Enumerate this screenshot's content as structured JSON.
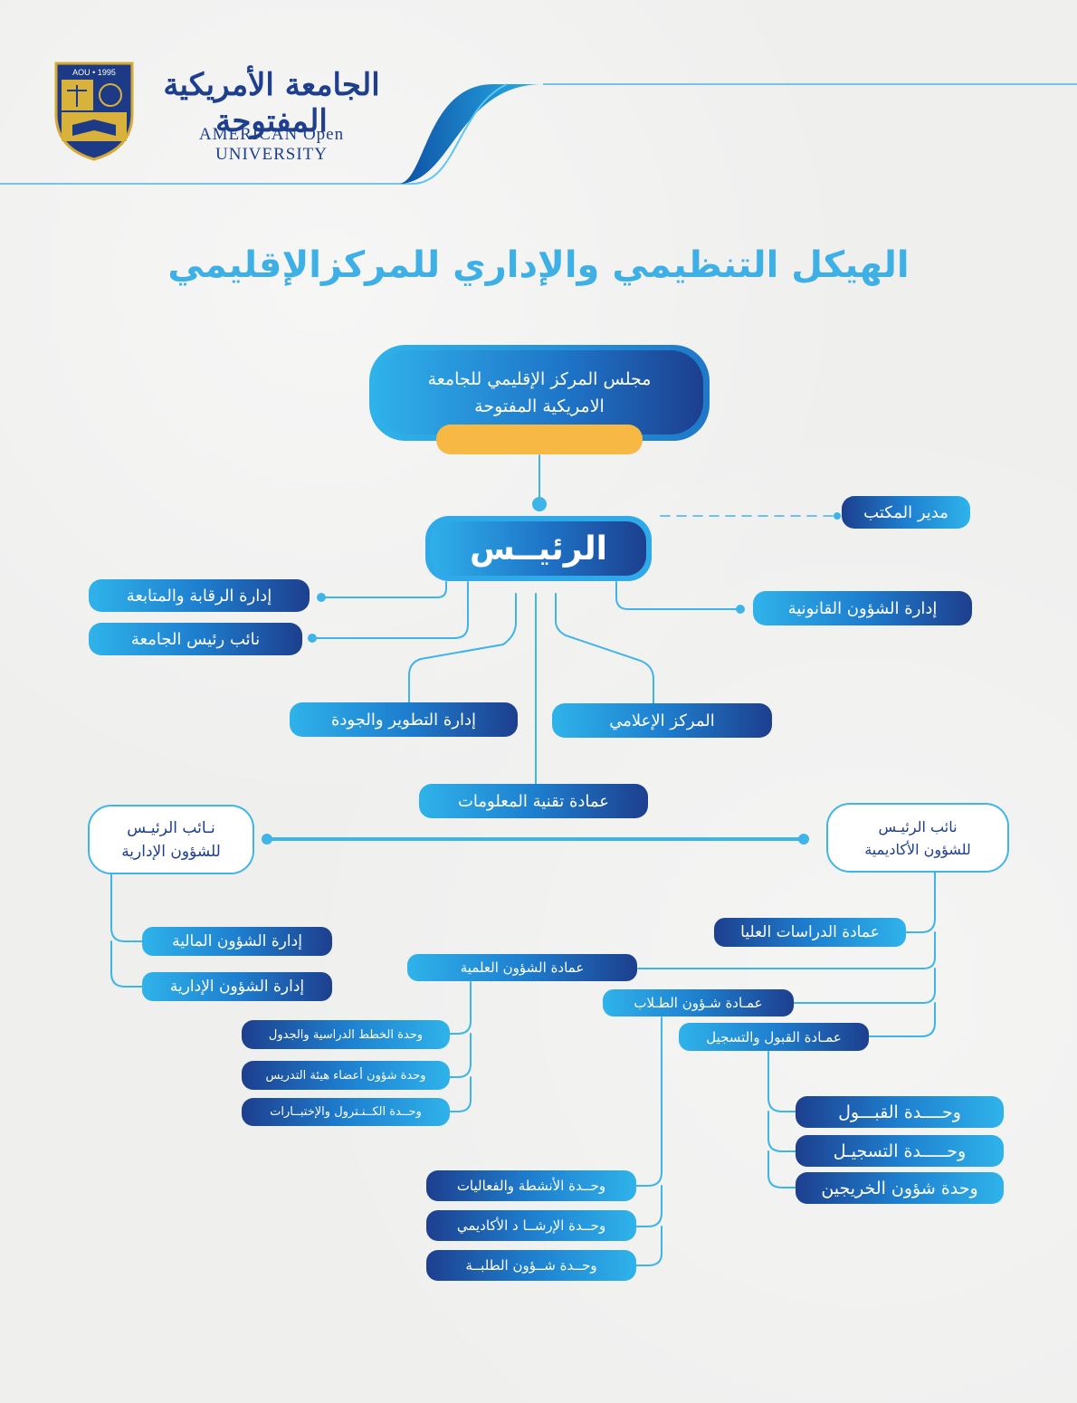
{
  "header": {
    "logo_ar": "الجامعة الأمريكية المفتوحة",
    "logo_en": "AMERICAN Open UNIVERSITY",
    "seal_text": "AOU • 1995"
  },
  "title": "الهيكل التنظيمي والإداري للمركزالإقليمي",
  "council": {
    "line1": "مجلس المركز الإقليمي للجامعة",
    "line2": "الامريكية  المفتوحة"
  },
  "president": "الرئيــس",
  "office_manager": "مدير المكتب",
  "level1": {
    "monitoring": "إدارة الرقابة والمتابعة",
    "vice_president": "نائب رئيس الجامعة",
    "legal": "إدارة الشؤون القانونية",
    "development": "إدارة التطوير والجودة",
    "media": "المركز الإعلامي",
    "it": "عمادة تقنية المعلومات"
  },
  "vp_admin": {
    "line1": "نـائب    الرئيـس",
    "line2": "للشؤون الإدارية"
  },
  "vp_academic": {
    "line1": "نائب الرئيـس",
    "line2": "للشؤون الأكاديمية"
  },
  "admin_units": {
    "finance": "إدارة الشؤون المالية",
    "administrative": "إدارة الشؤون الإدارية"
  },
  "academic_units": {
    "graduate": "عمادة الدراسات العليا",
    "scientific": "عمادة الشؤون العلمية",
    "students": "عمـادة شـؤون الطـلاب",
    "admission": "عمـادة القبول والتسجيل"
  },
  "scientific_units": [
    "وحدة الخطط الدراسية والجدول",
    "وحدة شؤون أعضاء هيئة التدريس",
    "وحــدة الكــنـترول والإختبــارات"
  ],
  "student_units": [
    "وحــدة   الأنشطة  والفعاليات",
    "وحــدة  الإرشــا  د  الأكاديمي",
    "وحــدة شــؤون الطلبــة"
  ],
  "admission_units": [
    "وحــــدة القبـــول",
    "وحـــــدة التسجيـل",
    "وحدة شؤون الخريجين"
  ]
}
